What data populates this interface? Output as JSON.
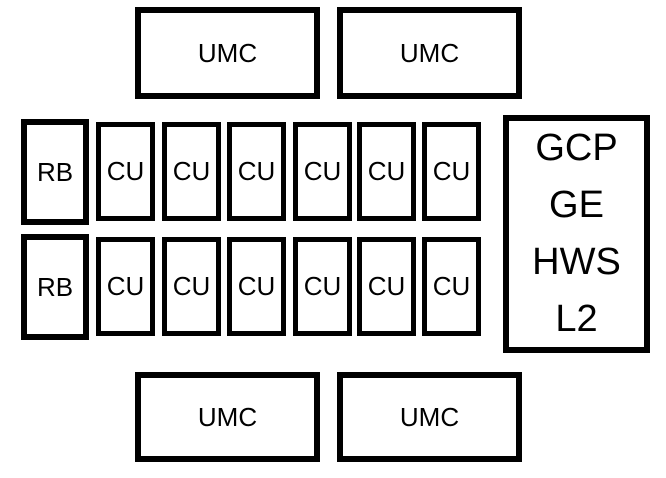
{
  "diagram": {
    "top_row": {
      "left_label": "UMC",
      "right_label": "UMC"
    },
    "fuse_rows": [
      {
        "rb_label": "RB",
        "cu_labels": [
          "CU",
          "CU",
          "CU",
          "CU",
          "CU",
          "CU"
        ]
      },
      {
        "rb_label": "RB",
        "cu_labels": [
          "CU",
          "CU",
          "CU",
          "CU",
          "CU",
          "CU"
        ]
      }
    ],
    "side_panel_lines": [
      "GCP",
      "GE",
      "HWS",
      "L2"
    ],
    "bottom_row": {
      "left_label": "UMC",
      "right_label": "UMC"
    }
  },
  "colors": {
    "background": "#ffffff",
    "box_border": "#000000",
    "text": "#000000"
  }
}
